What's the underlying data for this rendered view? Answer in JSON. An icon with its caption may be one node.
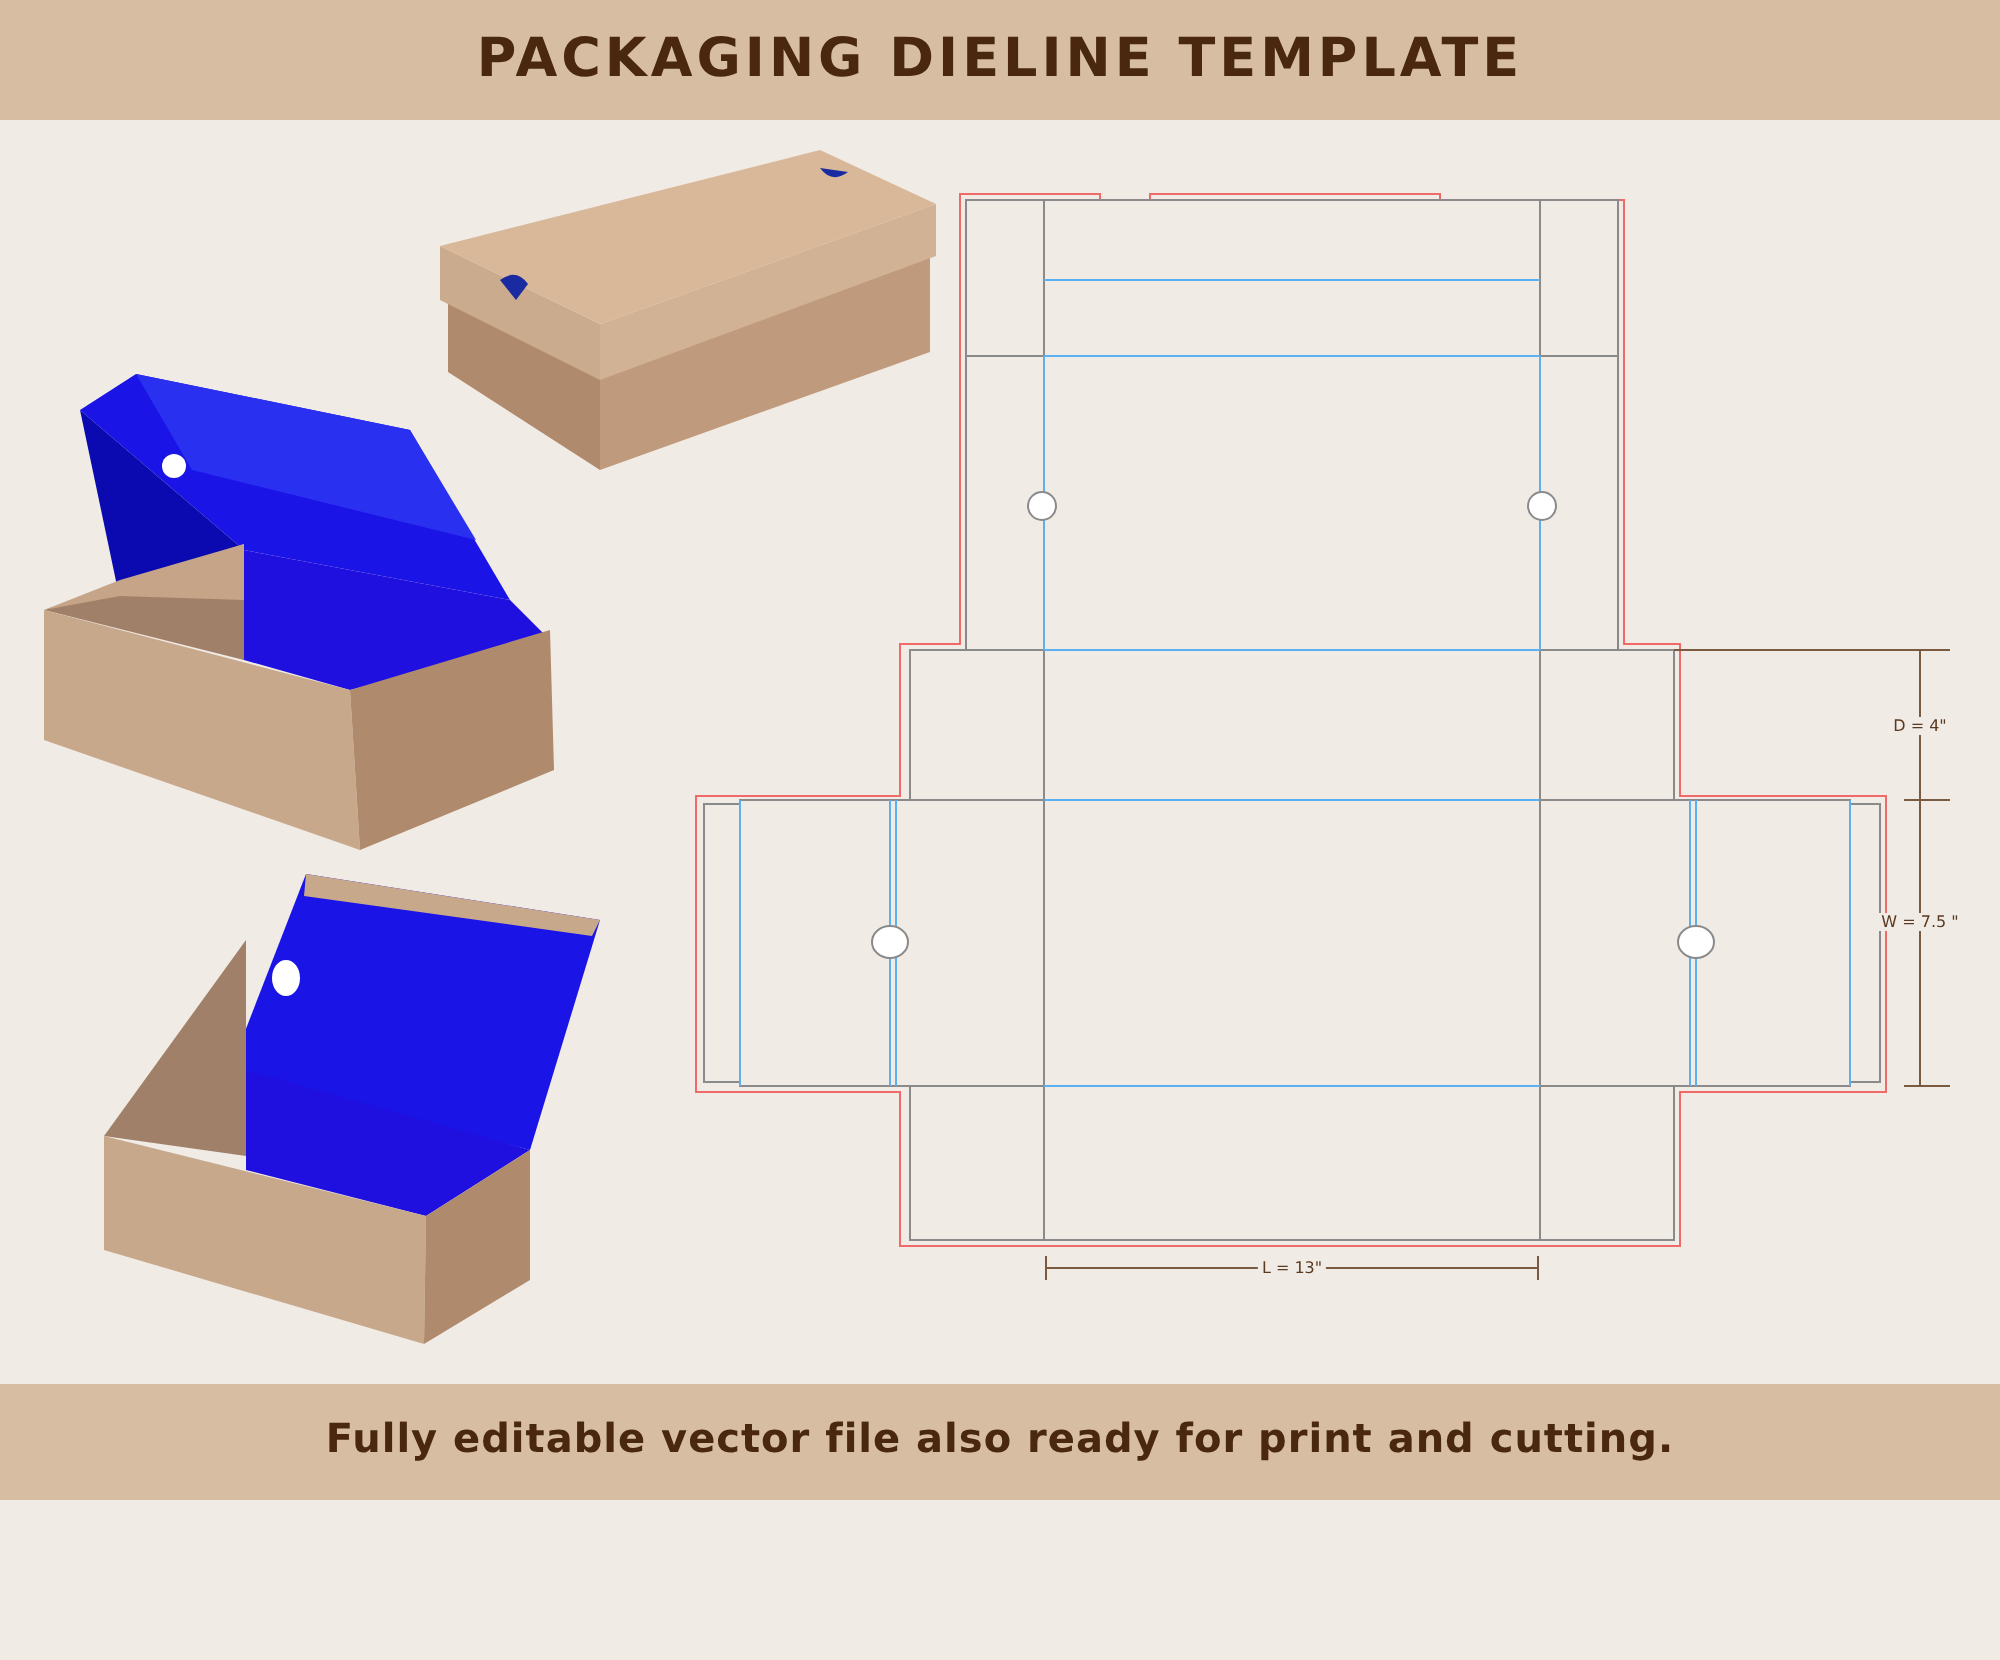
{
  "diagram": {
    "title": "PACKAGING DIELINE TEMPLATE",
    "caption": "Fully editable vector file also ready for print and cutting.",
    "labels": [
      "D = 4\"",
      "W = 7.5 \"",
      "L = 13\""
    ]
  }
}
